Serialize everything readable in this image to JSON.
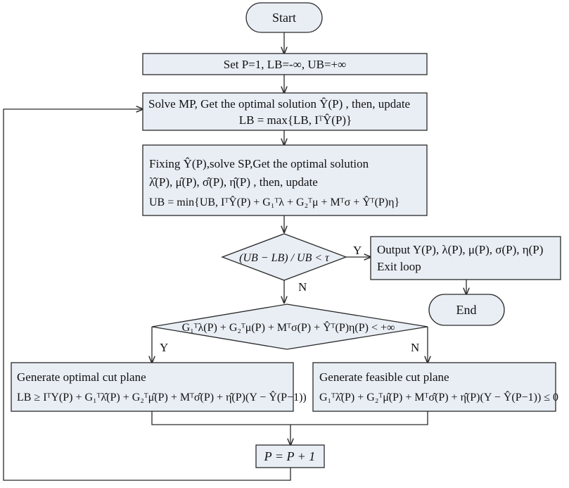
{
  "colors": {
    "node_fill": "#e9eef5",
    "stroke": "#2a2a2a",
    "text": "#111111"
  },
  "start": {
    "label": "Start"
  },
  "init": {
    "label": "Set P=1, LB=-∞,   UB=+∞"
  },
  "solve_mp": {
    "line1": "Solve  MP, Get the optimal solution Ŷ(P) , then, update",
    "line2": "LB = max{LB, IᵀŶ(P)}"
  },
  "solve_sp": {
    "line1": "Fixing Ŷ(P),solve SP,Get the optimal solution",
    "line2": "λ̂(P), μ̂(P), σ̂(P), η̂(P)  , then, update",
    "line3": "UB = min{UB, IᵀŶ(P) + G₁ᵀλ + G₂ᵀμ + Mᵀσ + Ŷᵀ(P)η}"
  },
  "convergence_check": {
    "condition": "(UB − LB) / UB < τ",
    "yes": "Y",
    "no": "N"
  },
  "output": {
    "line1": "Output  Y(P), λ(P), μ(P), σ(P), η(P)",
    "line2": "Exit loop"
  },
  "end": {
    "label": "End"
  },
  "feasibility_check": {
    "condition": "G₁ᵀλ(P) + G₂ᵀμ(P) + Mᵀσ(P) + Ŷᵀ(P)η(P) < +∞",
    "yes": "Y",
    "no": "N"
  },
  "optimal_cut": {
    "line1": "Generate optimal cut plane",
    "line2": "LB ≥ IᵀY(P) + G₁ᵀλ̂(P) + G₂ᵀμ̂(P) + Mᵀσ̂(P) + η̂(P)(Y − Ŷ(P−1))"
  },
  "feasible_cut": {
    "line1": "Generate feasible cut plane",
    "line2": "G₁ᵀλ̂(P) + G₂ᵀμ̂(P) + Mᵀσ̂(P) + η̂(P)(Y − Ŷ(P−1)) ≤ 0"
  },
  "increment": {
    "label": "P = P + 1"
  }
}
